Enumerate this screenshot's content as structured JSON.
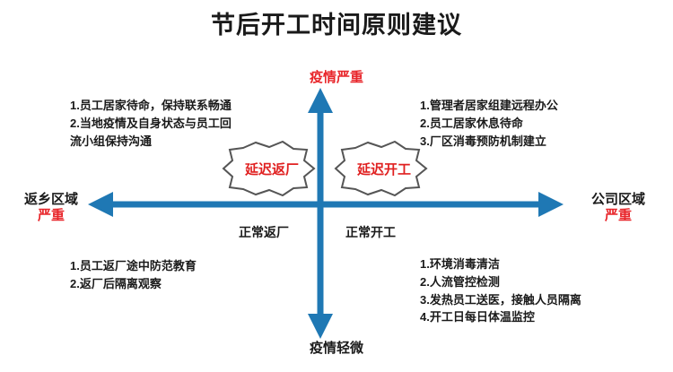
{
  "title": "节后开工时间原则建议",
  "axes": {
    "top_label": "疫情严重",
    "bottom_label": "疫情轻微",
    "left_label_main": "返乡区域",
    "left_label_sub": "严重",
    "right_label_main": "公司区域",
    "right_label_sub": "严重",
    "axis_color": "#1F78B4",
    "top_label_color": "#e8252a",
    "bottom_label_color": "#1a1a1a",
    "side_sub_color": "#e8252a"
  },
  "inner_labels": {
    "left": "正常返厂",
    "right": "正常开工"
  },
  "badges": [
    {
      "name": "延迟返厂",
      "text_color": "#e02020",
      "outline_color": "#555555",
      "fill_color": "#ffffff"
    },
    {
      "name": "延迟开工",
      "text_color": "#e02020",
      "outline_color": "#555555",
      "fill_color": "#ffffff"
    }
  ],
  "quadrants": {
    "top_left": [
      "1.员工居家待命，保持联系畅通",
      "2.当地疫情及自身状态与员工回",
      "流小组保持沟通"
    ],
    "top_right": [
      "1.管理者居家组建远程办公",
      "2.员工居家休息待命",
      "3.厂区消毒预防机制建立"
    ],
    "bottom_left": [
      "1.员工返厂途中防范教育",
      "2.返厂后隔离观察"
    ],
    "bottom_right": [
      "1.环境消毒清洁",
      "2.人流管控检测",
      "3.发热员工送医，接触人员隔离",
      "4.开工日每日体温监控"
    ]
  }
}
